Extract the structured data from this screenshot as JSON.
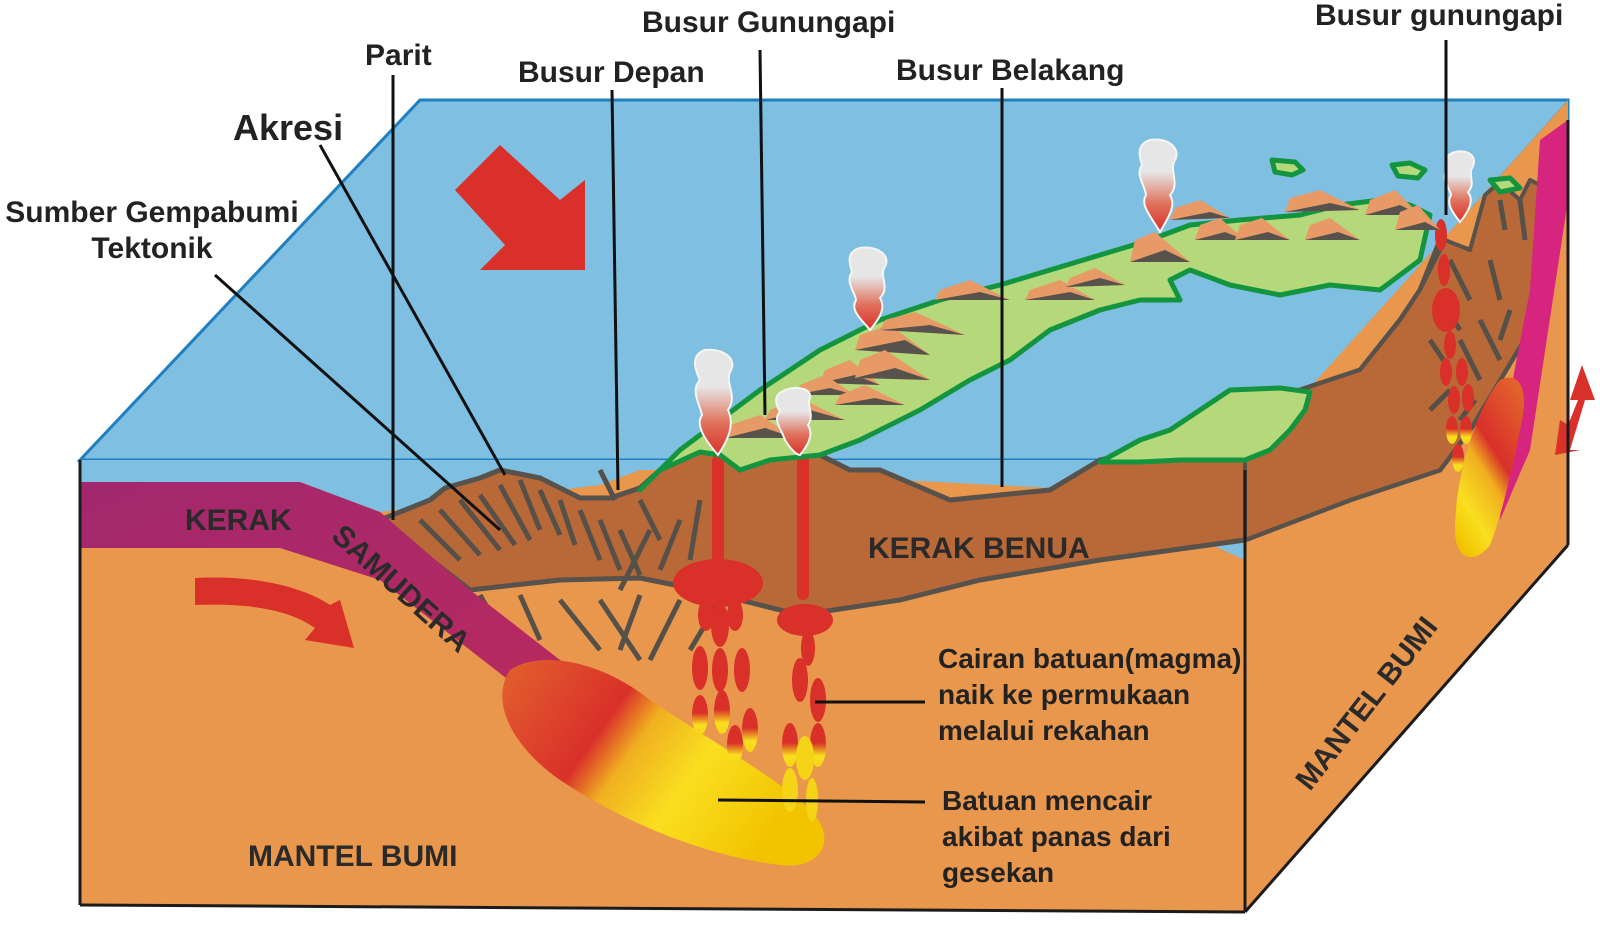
{
  "diagram": {
    "title": "Subduction zone block diagram",
    "labels": {
      "sumber_gempabumi_line1": "Sumber Gempabumi",
      "sumber_gempabumi_line2": "Tektonik",
      "akresi": "Akresi",
      "parit": "Parit",
      "busur_depan": "Busur Depan",
      "busur_gunungapi": "Busur Gunungapi",
      "busur_belakang": "Busur Belakang",
      "busur_gunungapi_right": "Busur gunungapi",
      "kerak": "KERAK",
      "samudera": "SAMUDERA",
      "kerak_benua": "KERAK BENUA",
      "mantel_bumi_front": "MANTEL BUMI",
      "mantel_bumi_side": "MANTEL BUMI",
      "magma_note": [
        "Cairan batuan(magma)",
        "naik ke permukaan",
        "melalui rekahan"
      ],
      "melting_note": [
        "Batuan mencair",
        "akibat panas dari",
        "gesekan"
      ]
    },
    "icons": {
      "plate_motion_arrow_top": "arrow-down-right",
      "plate_motion_arrow_front": "curved-arrow-right",
      "plate_motion_arrow_side": "double-arrow-vertical"
    },
    "colors": {
      "sea": "#7fbfe2",
      "sea_edge": "#1f7fbf",
      "oceanic_crust": "#a1286e",
      "oceanic_crust_side": "#d6247f",
      "continental_crust": "#b96838",
      "mantle": "#e9974d",
      "land": "#b4d87a",
      "land_border": "#13953f",
      "magma": "#d9302a",
      "melt": "#f5d417",
      "arrow": "#d9302a",
      "volcano": "#e89a66",
      "volcano_shadow": "#57524b",
      "smoke": "#e6e6e6",
      "text": "#222222"
    }
  }
}
